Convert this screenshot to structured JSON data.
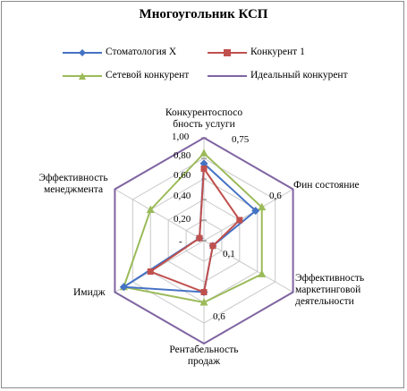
{
  "chart_data": {
    "type": "radar",
    "title": "Многоугольник КСП",
    "axes": [
      "Конкурентоспособность услуги",
      "Фин состояние",
      "Эффективность маркетинговой деятельности",
      "Рентабельность продаж",
      "Имидж",
      "Эффективность менеджмента"
    ],
    "axis_label_lines": [
      [
        "Конкурентоспосо",
        "бность услуги"
      ],
      [
        "Фин состояние"
      ],
      [
        "Эффективность",
        "маркетинговой",
        "деятельности"
      ],
      [
        "Рентабельность",
        "продаж"
      ],
      [
        "Имидж"
      ],
      [
        "Эффективность",
        "менеджмента"
      ]
    ],
    "rlim": [
      0,
      1.0
    ],
    "ticks": [
      "-",
      "0,20",
      "0,40",
      "0,60",
      "0,80",
      "1,00"
    ],
    "tick_values": [
      0,
      0.2,
      0.4,
      0.6,
      0.8,
      1.0
    ],
    "grid": true,
    "legend_position": "top",
    "series": [
      {
        "name": "Стоматология X",
        "color": "#4472C4",
        "marker": "diamond",
        "values": [
          0.75,
          0.58,
          0.1,
          0.5,
          0.9,
          0.05
        ]
      },
      {
        "name": "Конкурент 1",
        "color": "#C0504D",
        "marker": "square",
        "values": [
          0.7,
          0.4,
          0.1,
          0.5,
          0.6,
          0.05
        ]
      },
      {
        "name": "Сетевой конкурент",
        "color": "#9BBB59",
        "marker": "triangle",
        "values": [
          0.85,
          0.65,
          0.65,
          0.6,
          0.9,
          0.6
        ]
      },
      {
        "name": "Идеальный конкурент",
        "color": "#8064A2",
        "marker": "none",
        "values": [
          1.0,
          1.0,
          1.0,
          1.0,
          1.0,
          1.0
        ]
      }
    ],
    "annotations": [
      "0,75",
      "0,6",
      "0,1",
      "0,6"
    ]
  }
}
